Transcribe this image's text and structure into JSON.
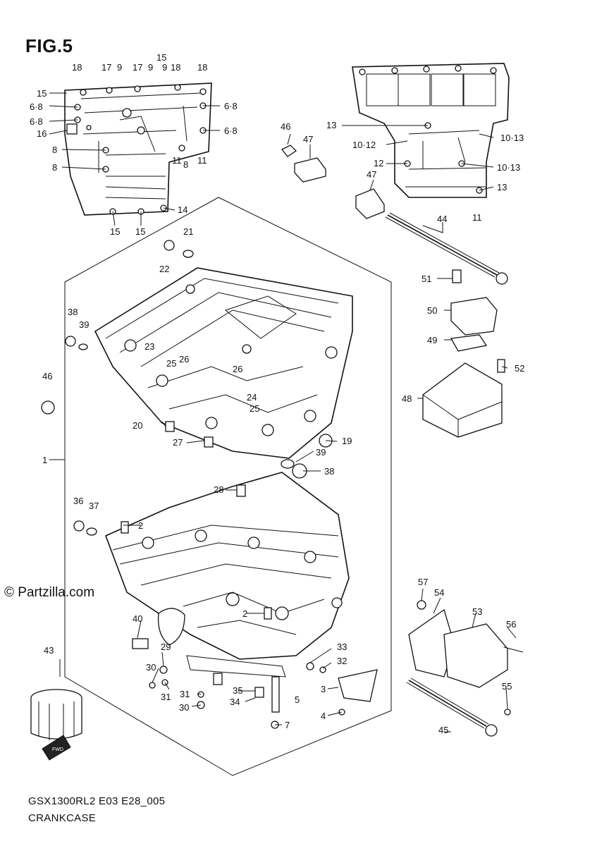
{
  "figure": {
    "title": "FIG.5",
    "copyright": "© Partzilla.com",
    "model_code": "GSX1300RL2 E03 E28_005",
    "section_name": "CRANKCASE",
    "direction_label": "FWD"
  },
  "callouts": [
    {
      "id": "c1",
      "text": "18"
    },
    {
      "id": "c2",
      "text": "17"
    },
    {
      "id": "c3",
      "text": "9"
    },
    {
      "id": "c4",
      "text": "17"
    },
    {
      "id": "c5",
      "text": "9"
    },
    {
      "id": "c6",
      "text": "15"
    },
    {
      "id": "c7",
      "text": "9"
    },
    {
      "id": "c8",
      "text": "18"
    },
    {
      "id": "c9",
      "text": "18"
    },
    {
      "id": "c10",
      "text": "15"
    },
    {
      "id": "c11",
      "text": "6·8"
    },
    {
      "id": "c12",
      "text": "6·8"
    },
    {
      "id": "c13",
      "text": "16"
    },
    {
      "id": "c14",
      "text": "8"
    },
    {
      "id": "c15",
      "text": "8"
    },
    {
      "id": "c16",
      "text": "6·8"
    },
    {
      "id": "c17",
      "text": "6·8"
    },
    {
      "id": "c18",
      "text": "11"
    },
    {
      "id": "c19",
      "text": "8"
    },
    {
      "id": "c20",
      "text": "11"
    },
    {
      "id": "c21",
      "text": "14"
    },
    {
      "id": "c22",
      "text": "15"
    },
    {
      "id": "c23",
      "text": "15"
    },
    {
      "id": "c24",
      "text": "46"
    },
    {
      "id": "c25",
      "text": "47"
    },
    {
      "id": "c26",
      "text": "13"
    },
    {
      "id": "c27",
      "text": "10·12"
    },
    {
      "id": "c28",
      "text": "10·13"
    },
    {
      "id": "c29",
      "text": "12"
    },
    {
      "id": "c30",
      "text": "10·13"
    },
    {
      "id": "c31",
      "text": "47"
    },
    {
      "id": "c32",
      "text": "13"
    },
    {
      "id": "c33",
      "text": "11"
    },
    {
      "id": "c34",
      "text": "44"
    },
    {
      "id": "c35",
      "text": "21"
    },
    {
      "id": "c36",
      "text": "22"
    },
    {
      "id": "c37",
      "text": "51"
    },
    {
      "id": "c38",
      "text": "50"
    },
    {
      "id": "c39",
      "text": "49"
    },
    {
      "id": "c40",
      "text": "52"
    },
    {
      "id": "c41",
      "text": "48"
    },
    {
      "id": "c42",
      "text": "38"
    },
    {
      "id": "c43",
      "text": "39"
    },
    {
      "id": "c44",
      "text": "23"
    },
    {
      "id": "c45",
      "text": "26"
    },
    {
      "id": "c46",
      "text": "25"
    },
    {
      "id": "c47",
      "text": "26"
    },
    {
      "id": "c48",
      "text": "24"
    },
    {
      "id": "c49",
      "text": "25"
    },
    {
      "id": "c50",
      "text": "46"
    },
    {
      "id": "c51",
      "text": "20"
    },
    {
      "id": "c52",
      "text": "27"
    },
    {
      "id": "c53",
      "text": "19"
    },
    {
      "id": "c54",
      "text": "39"
    },
    {
      "id": "c55",
      "text": "38"
    },
    {
      "id": "c56",
      "text": "1"
    },
    {
      "id": "c57",
      "text": "28"
    },
    {
      "id": "c58",
      "text": "36"
    },
    {
      "id": "c59",
      "text": "37"
    },
    {
      "id": "c60",
      "text": "2"
    },
    {
      "id": "c61",
      "text": "57"
    },
    {
      "id": "c62",
      "text": "54"
    },
    {
      "id": "c63",
      "text": "53"
    },
    {
      "id": "c64",
      "text": "56"
    },
    {
      "id": "c65",
      "text": "2"
    },
    {
      "id": "c66",
      "text": "40"
    },
    {
      "id": "c67",
      "text": "29"
    },
    {
      "id": "c68",
      "text": "33"
    },
    {
      "id": "c69",
      "text": "32"
    },
    {
      "id": "c70",
      "text": "43"
    },
    {
      "id": "c71",
      "text": "30"
    },
    {
      "id": "c72",
      "text": "31"
    },
    {
      "id": "c73",
      "text": "31"
    },
    {
      "id": "c74",
      "text": "35"
    },
    {
      "id": "c75",
      "text": "3"
    },
    {
      "id": "c76",
      "text": "55"
    },
    {
      "id": "c77",
      "text": "34"
    },
    {
      "id": "c78",
      "text": "5"
    },
    {
      "id": "c79",
      "text": "30"
    },
    {
      "id": "c80",
      "text": "4"
    },
    {
      "id": "c81",
      "text": "7"
    },
    {
      "id": "c82",
      "text": "45"
    }
  ]
}
